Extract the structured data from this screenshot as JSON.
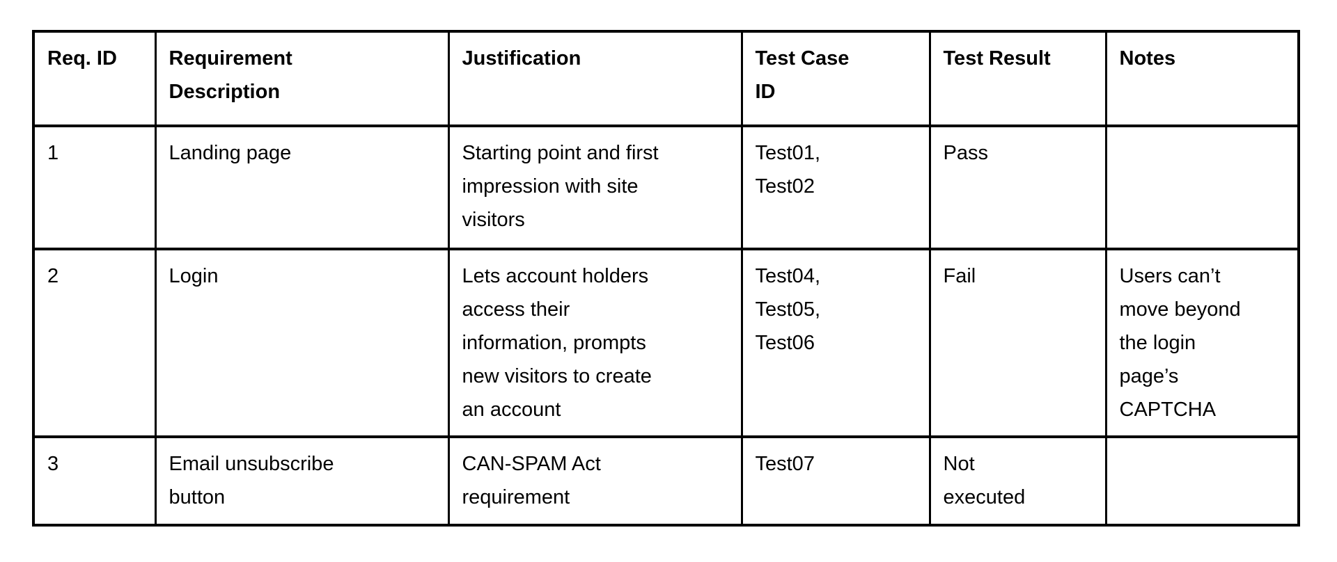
{
  "page": {
    "background_color": "#ffffff",
    "text_color": "#000000",
    "table_border_color": "#000000"
  },
  "table": {
    "headers": [
      "Req. ID",
      "Requirement\nDescription",
      "Justification",
      "Test Case\nID",
      "Test Result",
      "Notes"
    ],
    "rows": [
      {
        "req_id": "1",
        "requirement_description": "Landing page",
        "justification": "Starting point and first\nimpression with site\nvisitors",
        "test_case_id": "Test01,\nTest02",
        "test_result": "Pass",
        "notes": ""
      },
      {
        "req_id": "2",
        "requirement_description": "Login",
        "justification": "Lets account holders\naccess their\ninformation, prompts\nnew visitors to create\nan account",
        "test_case_id": "Test04,\nTest05,\nTest06",
        "test_result": "Fail",
        "notes": "Users can’t\nmove beyond\nthe login\npage’s\nCAPTCHA"
      },
      {
        "req_id": "3",
        "requirement_description": "Email unsubscribe\nbutton",
        "justification": "CAN-SPAM Act\nrequirement",
        "test_case_id": "Test07",
        "test_result": "Not\nexecuted",
        "notes": ""
      }
    ]
  }
}
